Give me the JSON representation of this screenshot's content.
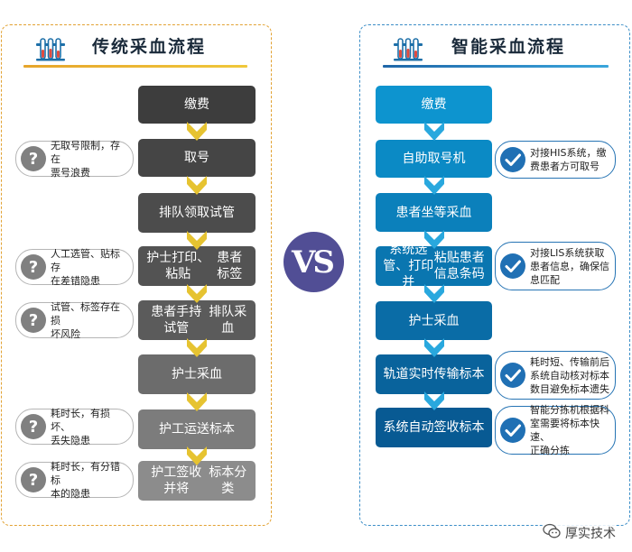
{
  "colors": {
    "left_border": "#e2a233",
    "right_border": "#3c8ec7",
    "left_arrow": "#e6c331",
    "right_arrow": "#29a8de",
    "vs_badge": "#514e95"
  },
  "left": {
    "title": "传统采血流程",
    "steps": [
      {
        "lines": [
          "缴费"
        ],
        "color": "#3d3d3d"
      },
      {
        "lines": [
          "取号"
        ],
        "color": "#454545"
      },
      {
        "lines": [
          "排队领取试管"
        ],
        "color": "#4c4c4c"
      },
      {
        "lines": [
          "护士打印、粘贴",
          "患者标签"
        ],
        "color": "#535353"
      },
      {
        "lines": [
          "患者手持试管",
          "排队采血"
        ],
        "color": "#5b5b5b"
      },
      {
        "lines": [
          "护士采血"
        ],
        "color": "#6c6c6c"
      },
      {
        "lines": [
          "护工运送标本"
        ],
        "color": "#7c7c7c"
      },
      {
        "lines": [
          "护工签收并将",
          "标本分类"
        ],
        "color": "#8c8c8c"
      }
    ],
    "notes": [
      {
        "lines": [
          "无取号限制，存在",
          "票号浪费"
        ],
        "icon": "question-icon"
      },
      {
        "lines": [
          "人工选管、贴标存",
          "在差错隐患"
        ],
        "icon": "question-icon"
      },
      {
        "lines": [
          "试管、标签存在损",
          "坏风险"
        ],
        "icon": "question-icon"
      },
      {
        "lines": [
          "耗时长，有损坏、",
          "丢失隐患"
        ],
        "icon": "question-icon"
      },
      {
        "lines": [
          "耗时长，有分错标",
          "本的隐患"
        ],
        "icon": "question-icon"
      }
    ]
  },
  "right": {
    "title": "智能采血流程",
    "steps": [
      {
        "lines": [
          "缴费"
        ],
        "color": "#0d94cf"
      },
      {
        "lines": [
          "自助取号机"
        ],
        "color": "#0b8ac5"
      },
      {
        "lines": [
          "患者坐等采血"
        ],
        "color": "#0b80bb"
      },
      {
        "lines": [
          "系统选管、打印并",
          "粘贴患者信息条码"
        ],
        "color": "#0a76b0"
      },
      {
        "lines": [
          "护士采血"
        ],
        "color": "#0a6ca6"
      },
      {
        "lines": [
          "轨道实时传输标本"
        ],
        "color": "#09639c"
      },
      {
        "lines": [
          "系统自动签收标本"
        ],
        "color": "#085a93"
      }
    ],
    "notes": [
      {
        "lines": [
          "对接HIS系统，缴",
          "费患者方可取号"
        ],
        "icon": "check-icon"
      },
      {
        "lines": [
          "对接LIS系统获取",
          "患者信息，确保信",
          "息匹配"
        ],
        "icon": "check-icon"
      },
      {
        "lines": [
          "耗时短、传输前后",
          "系统自动核对标本",
          "数目避免标本遗失"
        ],
        "icon": "check-icon"
      },
      {
        "lines": [
          "智能分拣机根据科",
          "室需要将标本快速、",
          "正确分拣"
        ],
        "icon": "check-icon"
      }
    ]
  },
  "vs_label": "VS",
  "watermark": "厚实技术"
}
